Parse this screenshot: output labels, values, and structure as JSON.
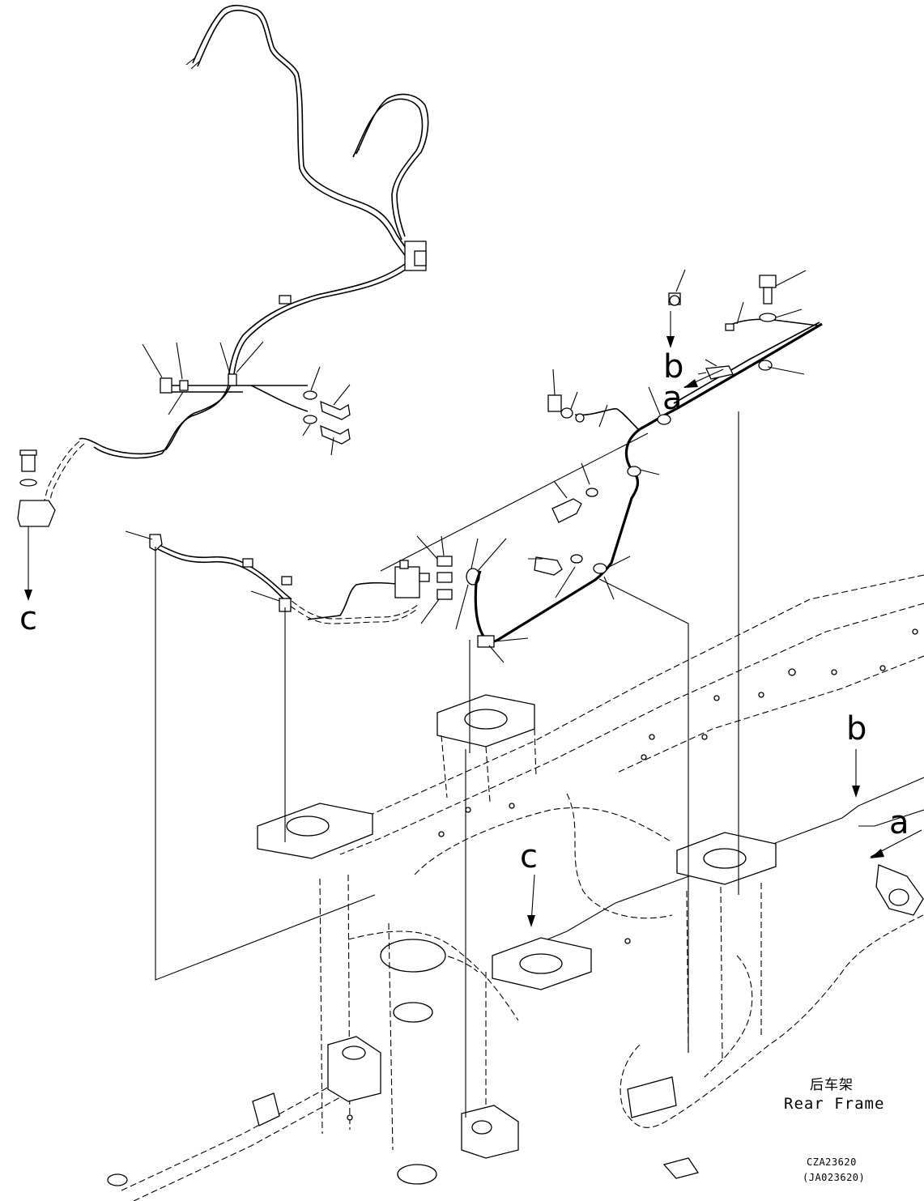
{
  "callouts": {
    "a_top": "a",
    "b_top": "b",
    "c_left": "c",
    "b_right": "b",
    "a_right": "a",
    "c_center": "c"
  },
  "caption": {
    "chinese": "后车架",
    "english": "Rear Frame"
  },
  "drawing_codes": {
    "primary": "CZA23620",
    "secondary": "(JA023620)"
  }
}
